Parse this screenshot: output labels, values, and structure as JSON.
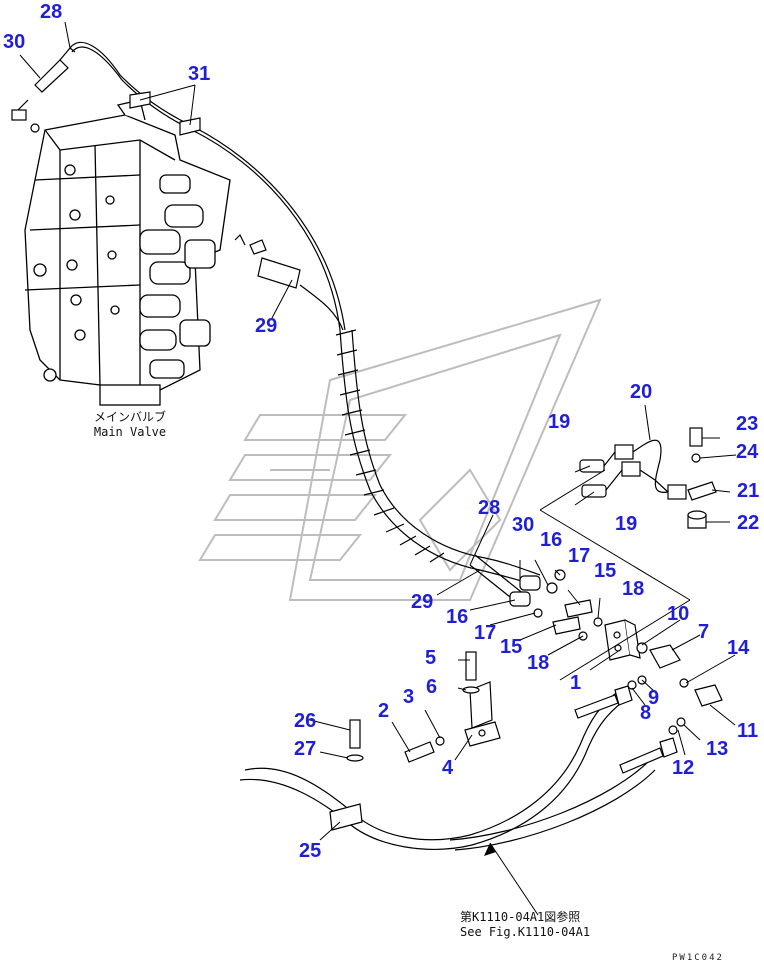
{
  "callouts": {
    "c1": "1",
    "c2": "2",
    "c3": "3",
    "c4": "4",
    "c5": "5",
    "c6": "6",
    "c7": "7",
    "c8": "8",
    "c9": "9",
    "c10": "10",
    "c11": "11",
    "c12": "12",
    "c13": "13",
    "c14": "14",
    "c15a": "15",
    "c15b": "15",
    "c16a": "16",
    "c16b": "16",
    "c17a": "17",
    "c17b": "17",
    "c18a": "18",
    "c18b": "18",
    "c19a": "19",
    "c19b": "19",
    "c20": "20",
    "c21": "21",
    "c22": "22",
    "c23": "23",
    "c24": "24",
    "c25": "25",
    "c26": "26",
    "c27": "27",
    "c28a": "28",
    "c28b": "28",
    "c29a": "29",
    "c29b": "29",
    "c30a": "30",
    "c30b": "30",
    "c31": "31"
  },
  "captions": {
    "main_valve_jp": "メインバルブ",
    "main_valve_en": "Main Valve",
    "ref_jp": "第K1110-04A1図参照",
    "ref_en": "See Fig.K1110-04A1"
  },
  "drawing_code": "PW1C042",
  "colors": {
    "callout": "#1f1fd6",
    "line": "#000000",
    "watermark": "#bdbdbd"
  }
}
